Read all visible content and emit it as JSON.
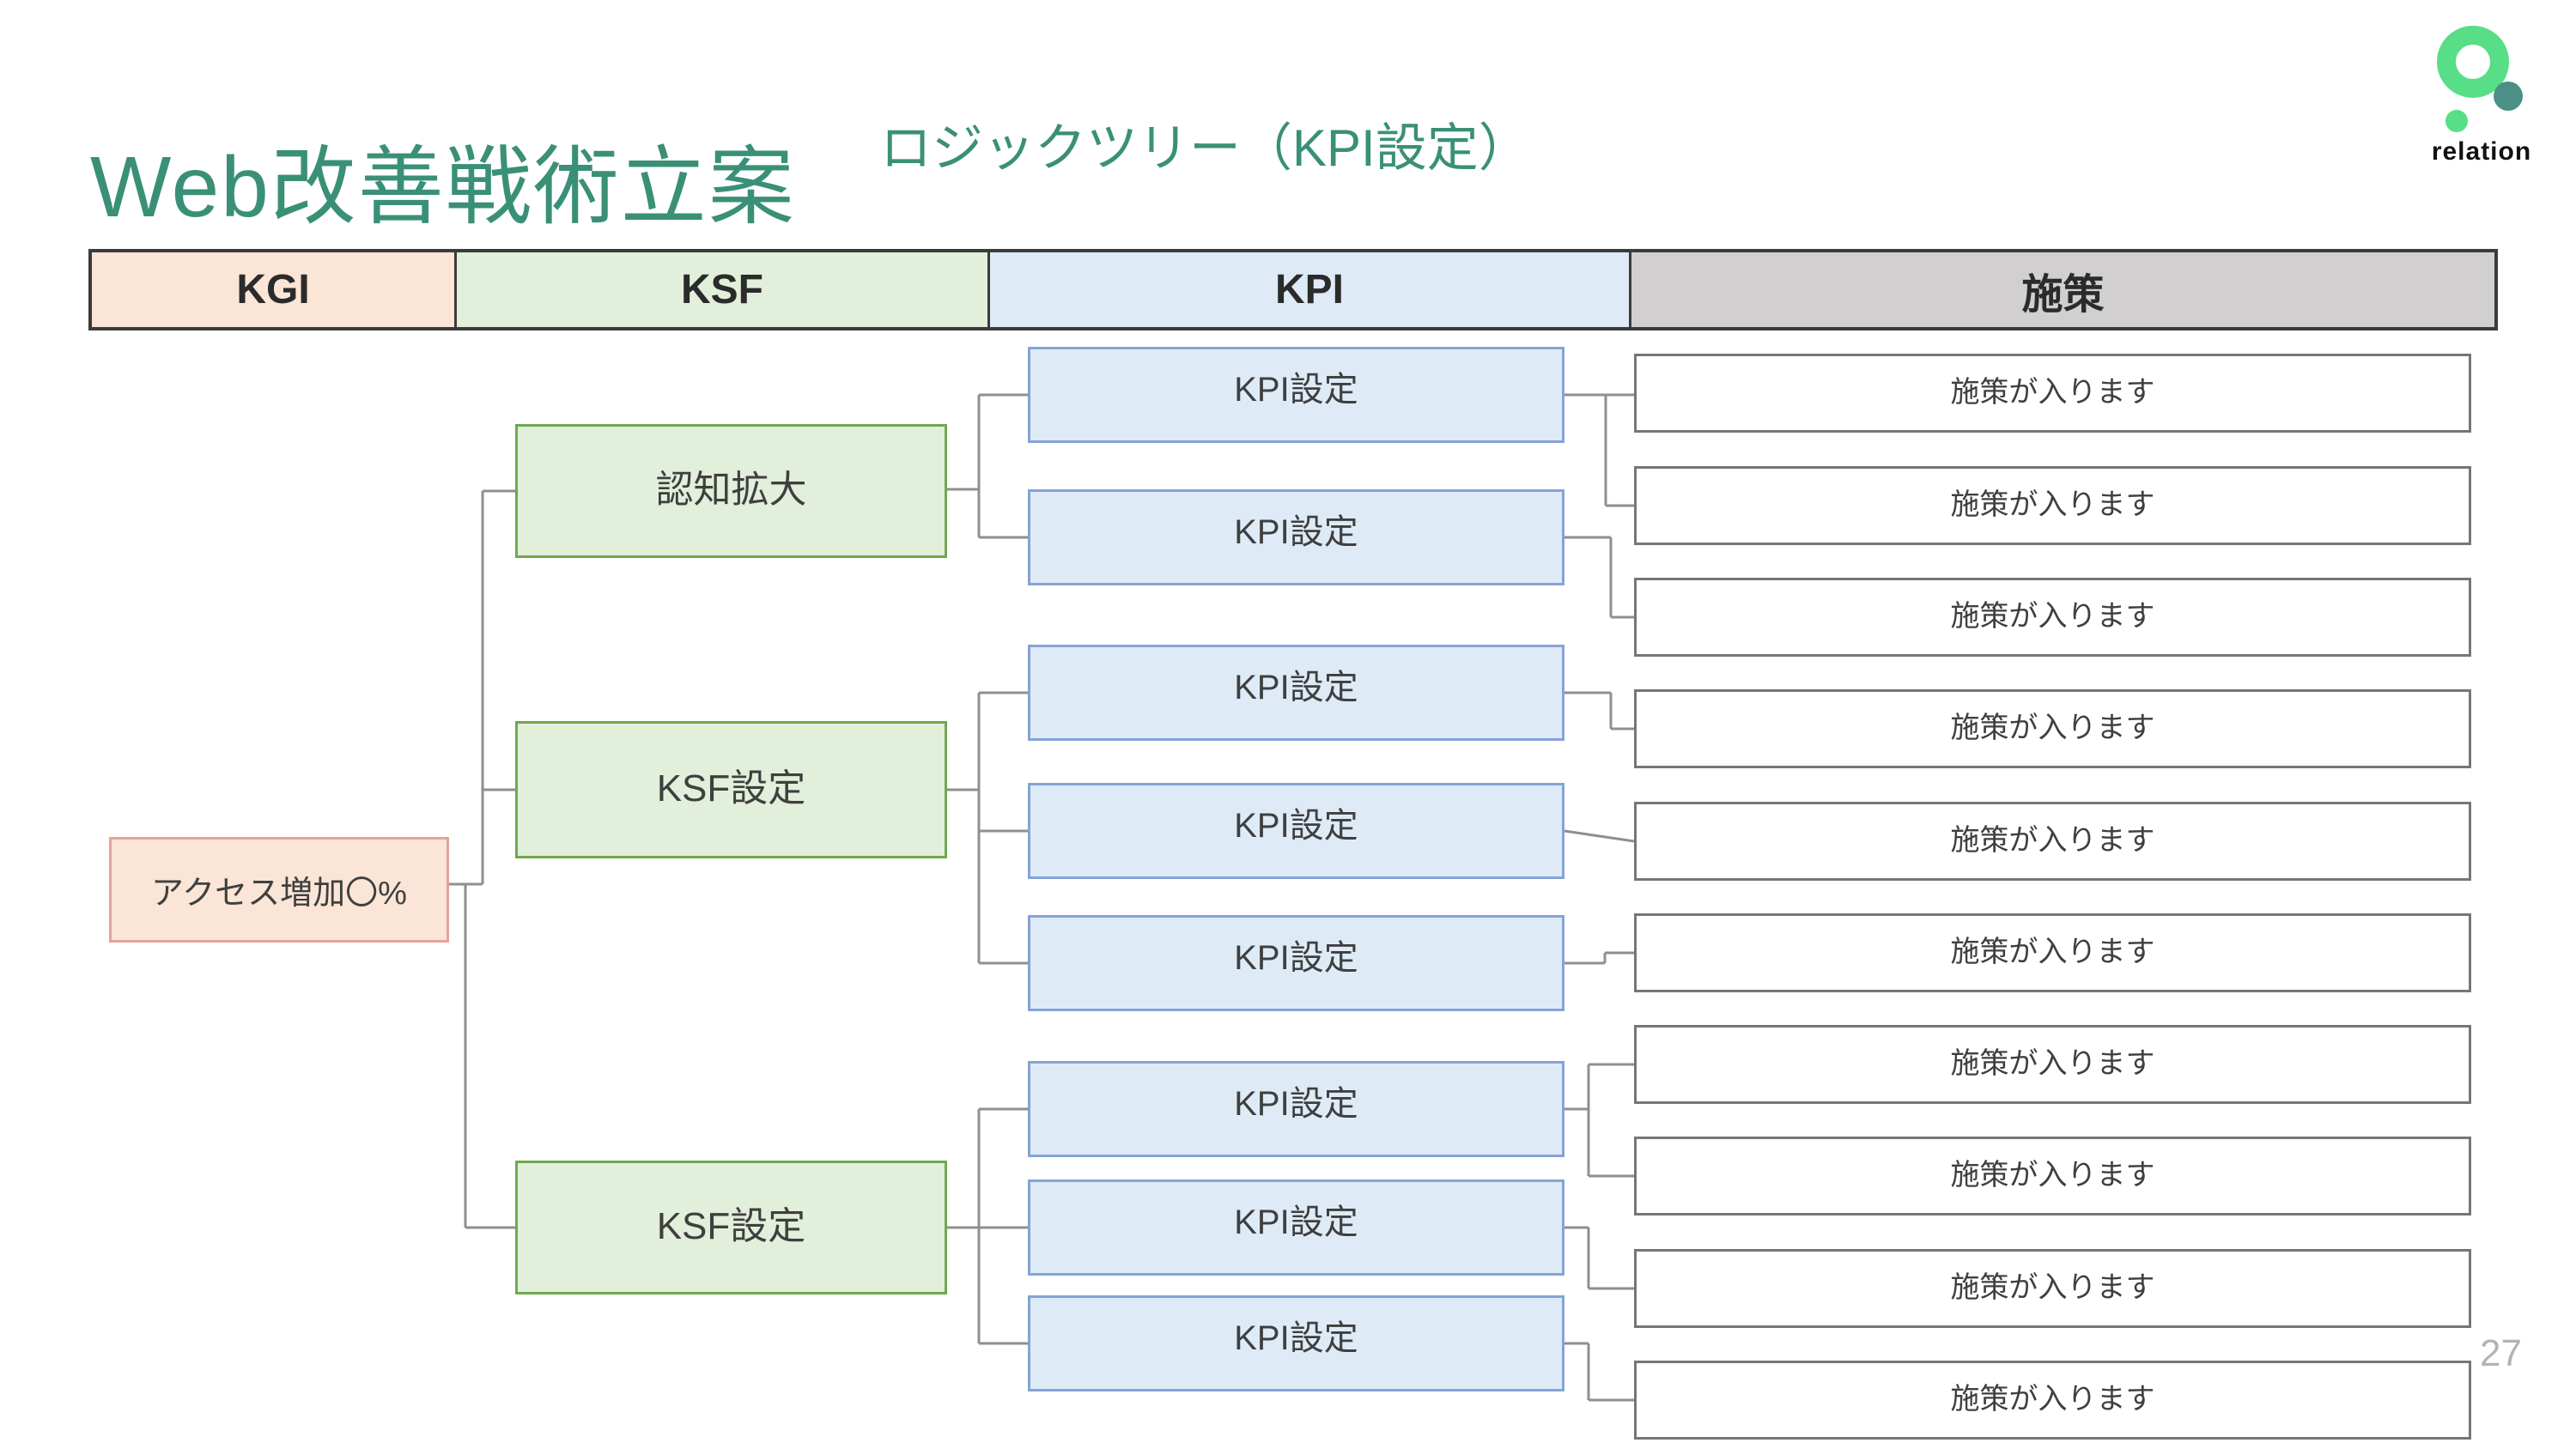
{
  "title": "Web改善戦術立案",
  "subtitle": "ロジックツリー（KPI設定）",
  "logo": {
    "text": "relation"
  },
  "page_number": "27",
  "header": {
    "columns": [
      {
        "id": "kgi",
        "label": "KGI",
        "fill": "#FBE5D6"
      },
      {
        "id": "ksf",
        "label": "KSF",
        "fill": "#E2EFDA"
      },
      {
        "id": "kpi",
        "label": "KPI",
        "fill": "#DEEBF7"
      },
      {
        "id": "shisaku",
        "label": "施策",
        "fill": "#D1CFCF"
      }
    ]
  },
  "tree": {
    "kgi": {
      "label": "アクセス増加〇%"
    },
    "ksf": [
      {
        "label": "認知拡大"
      },
      {
        "label": "KSF設定"
      },
      {
        "label": "KSF設定"
      }
    ],
    "kpi": [
      {
        "label": "KPI設定"
      },
      {
        "label": "KPI設定"
      },
      {
        "label": "KPI設定"
      },
      {
        "label": "KPI設定"
      },
      {
        "label": "KPI設定"
      },
      {
        "label": "KPI設定"
      },
      {
        "label": "KPI設定"
      },
      {
        "label": "KPI設定"
      }
    ],
    "actions": [
      {
        "label": "施策が入ります"
      },
      {
        "label": "施策が入ります"
      },
      {
        "label": "施策が入ります"
      },
      {
        "label": "施策が入ります"
      },
      {
        "label": "施策が入ります"
      },
      {
        "label": "施策が入ります"
      },
      {
        "label": "施策が入ります"
      },
      {
        "label": "施策が入ります"
      },
      {
        "label": "施策が入ります"
      },
      {
        "label": "施策が入ります"
      }
    ]
  },
  "colors": {
    "accent": "#3A9077",
    "line": "#8F8F8F",
    "kgi_fill": "#FBE5D6",
    "kgi_border": "#E5A29A",
    "ksf_fill": "#E2EFDA",
    "ksf_border": "#71A84F",
    "kpi_fill": "#DEEBF7",
    "kpi_border": "#85A3D6",
    "action_fill": "#FFFFFF",
    "action_border": "#767676",
    "header_gray": "#D1CFCF",
    "header_border": "#3B3B3B",
    "text_dark": "#3F3F3F",
    "page_gray": "#B3B3B3",
    "logo_green": "#57DE86",
    "logo_teal": "#4B8F85"
  }
}
